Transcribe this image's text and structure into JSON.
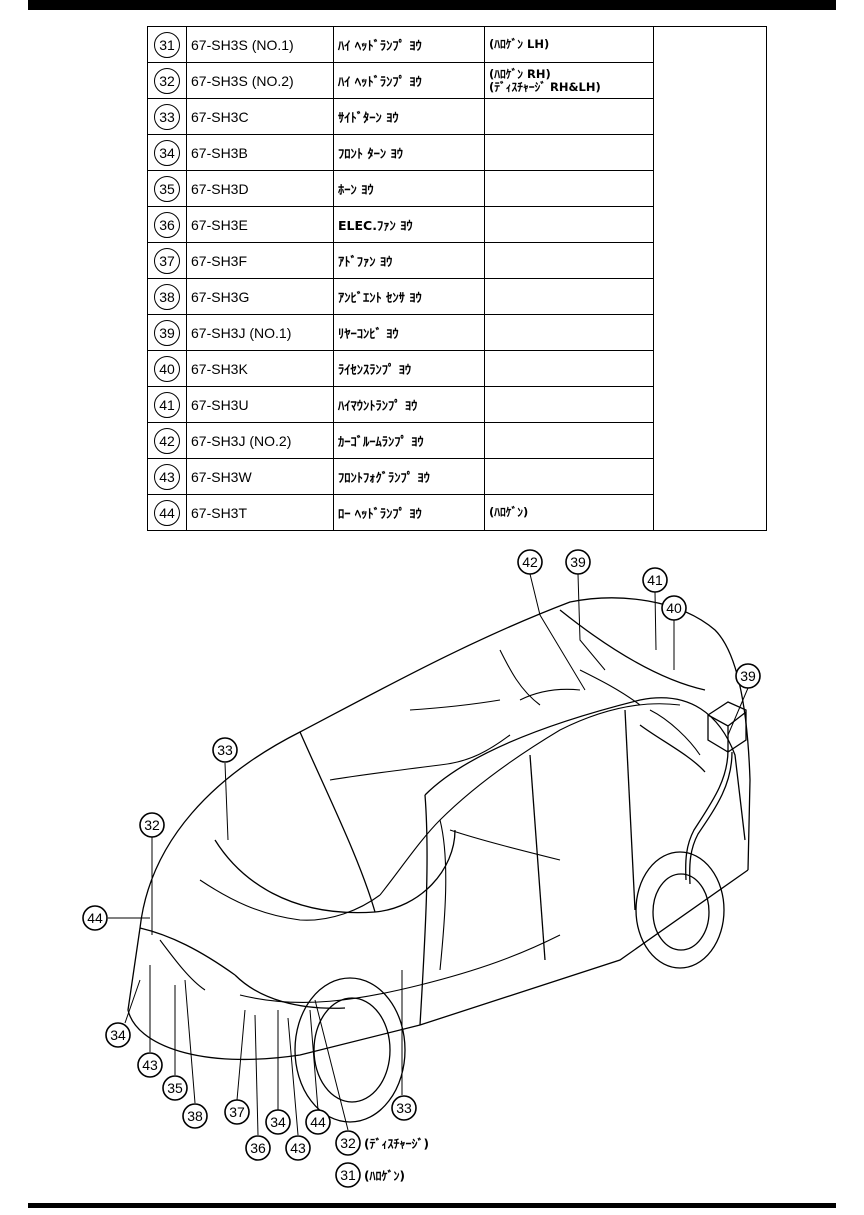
{
  "parts": [
    {
      "ref": "31",
      "code": "67-SH3S (NO.1)",
      "name": "ﾊｲ ﾍｯﾄﾞﾗﾝﾌﾟ ﾖｳ",
      "note": [
        "(ﾊﾛｹﾞﾝ LH)"
      ]
    },
    {
      "ref": "32",
      "code": "67-SH3S (NO.2)",
      "name": "ﾊｲ ﾍｯﾄﾞﾗﾝﾌﾟ ﾖｳ",
      "note": [
        "(ﾊﾛｹﾞﾝ RH)",
        "(ﾃﾞｨｽﾁｬｰｼﾞ RH&LH)"
      ]
    },
    {
      "ref": "33",
      "code": "67-SH3C",
      "name": "ｻｲﾄﾞﾀｰﾝ ﾖｳ",
      "note": []
    },
    {
      "ref": "34",
      "code": "67-SH3B",
      "name": "ﾌﾛﾝﾄ ﾀｰﾝ ﾖｳ",
      "note": []
    },
    {
      "ref": "35",
      "code": "67-SH3D",
      "name": "ﾎｰﾝ ﾖｳ",
      "note": []
    },
    {
      "ref": "36",
      "code": "67-SH3E",
      "name": "ELEC.ﾌｧﾝ ﾖｳ",
      "note": []
    },
    {
      "ref": "37",
      "code": "67-SH3F",
      "name": "ｱﾄﾞﾌｧﾝ ﾖｳ",
      "note": []
    },
    {
      "ref": "38",
      "code": "67-SH3G",
      "name": "ｱﾝﾋﾞｴﾝﾄ ｾﾝｻ ﾖｳ",
      "note": []
    },
    {
      "ref": "39",
      "code": "67-SH3J (NO.1)",
      "name": "ﾘﾔｰｺﾝﾋﾞ ﾖｳ",
      "note": []
    },
    {
      "ref": "40",
      "code": "67-SH3K",
      "name": "ﾗｲｾﾝｽﾗﾝﾌﾟ ﾖｳ",
      "note": []
    },
    {
      "ref": "41",
      "code": "67-SH3U",
      "name": "ﾊｲﾏｳﾝﾄﾗﾝﾌﾟ ﾖｳ",
      "note": []
    },
    {
      "ref": "42",
      "code": "67-SH3J (NO.2)",
      "name": "ｶｰｺﾞﾙｰﾑﾗﾝﾌﾟ ﾖｳ",
      "note": []
    },
    {
      "ref": "43",
      "code": "67-SH3W",
      "name": "ﾌﾛﾝﾄﾌｫｸﾞﾗﾝﾌﾟ ﾖｳ",
      "note": []
    },
    {
      "ref": "44",
      "code": "67-SH3T",
      "name": "ﾛｰ ﾍｯﾄﾞﾗﾝﾌﾟ ﾖｳ",
      "note": [
        "(ﾊﾛｹﾞﾝ)"
      ]
    }
  ],
  "callouts": {
    "c42": "42",
    "c39a": "39",
    "c41": "41",
    "c40": "40",
    "c39b": "39",
    "c33a": "33",
    "c32a": "32",
    "c44a": "44",
    "c34a": "34",
    "c43a": "43",
    "c35": "35",
    "c38": "38",
    "c37": "37",
    "c36": "36",
    "c34b": "34",
    "c43b": "43",
    "c44b": "44",
    "c33b": "33",
    "c32b": "32",
    "c31": "31"
  },
  "callout_notes": {
    "c32b": "(ﾃﾞｨｽﾁｬｰｼﾞ)",
    "c31": "(ﾊﾛｹﾞﾝ)"
  }
}
